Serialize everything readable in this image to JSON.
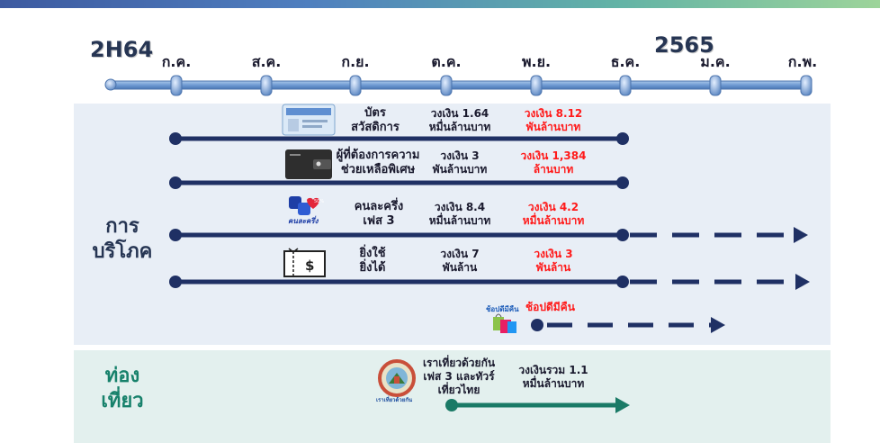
{
  "header": {
    "year_left": "2H64",
    "year_right": "2565",
    "months": [
      "ก.ค.",
      "ส.ค.",
      "ก.ย.",
      "ต.ค.",
      "พ.ย.",
      "ธ.ค.",
      "ม.ค.",
      "ก.พ."
    ]
  },
  "consumption": {
    "label_line1": "การ",
    "label_line2": "บริโภค",
    "programs": [
      {
        "name_l1": "บัตร",
        "name_l2": "สวัสดิการ",
        "budget_l1": "วงเงิน 1.64",
        "budget_l2": "หมื่นล้านบาท",
        "used_l1": "วงเงิน 8.12",
        "used_l2": "พันล้านบาท"
      },
      {
        "name_l1": "ผู้ที่ต้องการความ",
        "name_l2": "ช่วยเหลือพิเศษ",
        "budget_l1": "วงเงิน 3",
        "budget_l2": "พันล้านบาท",
        "used_l1": "วงเงิน 1,384",
        "used_l2": "ล้านบาท"
      },
      {
        "name_l1": "คนละครึ่ง",
        "name_l2": "เฟส 3",
        "budget_l1": "วงเงิน 8.4",
        "budget_l2": "หมื่นล้านบาท",
        "used_l1": "วงเงิน 4.2",
        "used_l2": "หมื่นล้านบาท",
        "logo_text": "คนละครึ่ง"
      },
      {
        "name_l1": "ยิ่งใช้",
        "name_l2": "ยิ่งได้",
        "budget_l1": "วงเงิน 7",
        "budget_l2": "พันล้าน",
        "used_l1": "วงเงิน 3",
        "used_l2": "พันล้าน"
      }
    ],
    "shop": {
      "logo_text": "ช้อปดีมีคืน",
      "name": "ช้อปดีมีคืน"
    }
  },
  "tourism": {
    "label_line1": "ท่อง",
    "label_line2": "เที่ยว",
    "program": {
      "name_l1": "เราเที่ยวด้วยกัน",
      "name_l2": "เฟส 3 และทัวร์",
      "name_l3": "เที่ยวไทย",
      "budget_l1": "วงเงินรวม 1.1",
      "budget_l2": "หมื่นล้านบาท",
      "logo_text": "เราเที่ยวด้วยกัน"
    }
  },
  "colors": {
    "navy": "#1f3064",
    "teal": "#1a7a66",
    "timeline": "#6f9bd3",
    "panel_top": "#e8eef6",
    "panel_bottom": "#e4f1ef",
    "red": "#ff1a1a"
  }
}
